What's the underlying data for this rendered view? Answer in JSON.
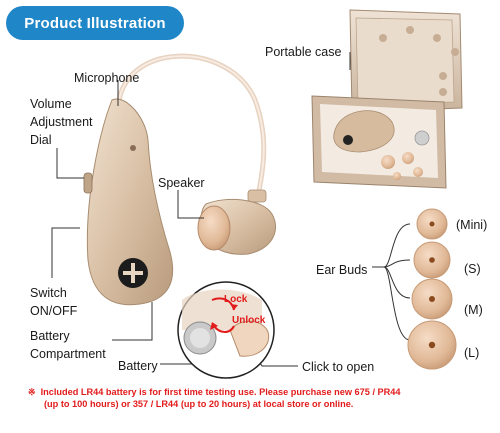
{
  "title": "Product Illustration",
  "labels": {
    "microphone": "Microphone",
    "volume_line1": "Volume",
    "volume_line2": "Adjustment",
    "volume_line3": "Dial",
    "speaker": "Speaker",
    "switch_line1": "Switch",
    "switch_line2": "ON/OFF",
    "battery_comp_line1": "Battery",
    "battery_comp_line2": "Compartment",
    "battery": "Battery",
    "lock": "Lock",
    "unlock": "Unlock",
    "click_to_open": "Click to open",
    "portable_case": "Portable case",
    "ear_buds": "Ear Buds",
    "mini": "(Mini)",
    "s": "(S)",
    "m": "(M)",
    "l": "(L)"
  },
  "note": {
    "symbol": "※",
    "line1": "Included LR44 battery is for first time testing use. Please purchase new 675 / PR44",
    "line2": "(up to 100 hours) or 357 / LR44 (up to 20 hours) at local store or online."
  },
  "colors": {
    "title_bg": "#1f86c8",
    "note": "#e21b1b",
    "lock": "#e21b1b",
    "device": "#d8bfa6",
    "bud": "#e6c4a6"
  }
}
